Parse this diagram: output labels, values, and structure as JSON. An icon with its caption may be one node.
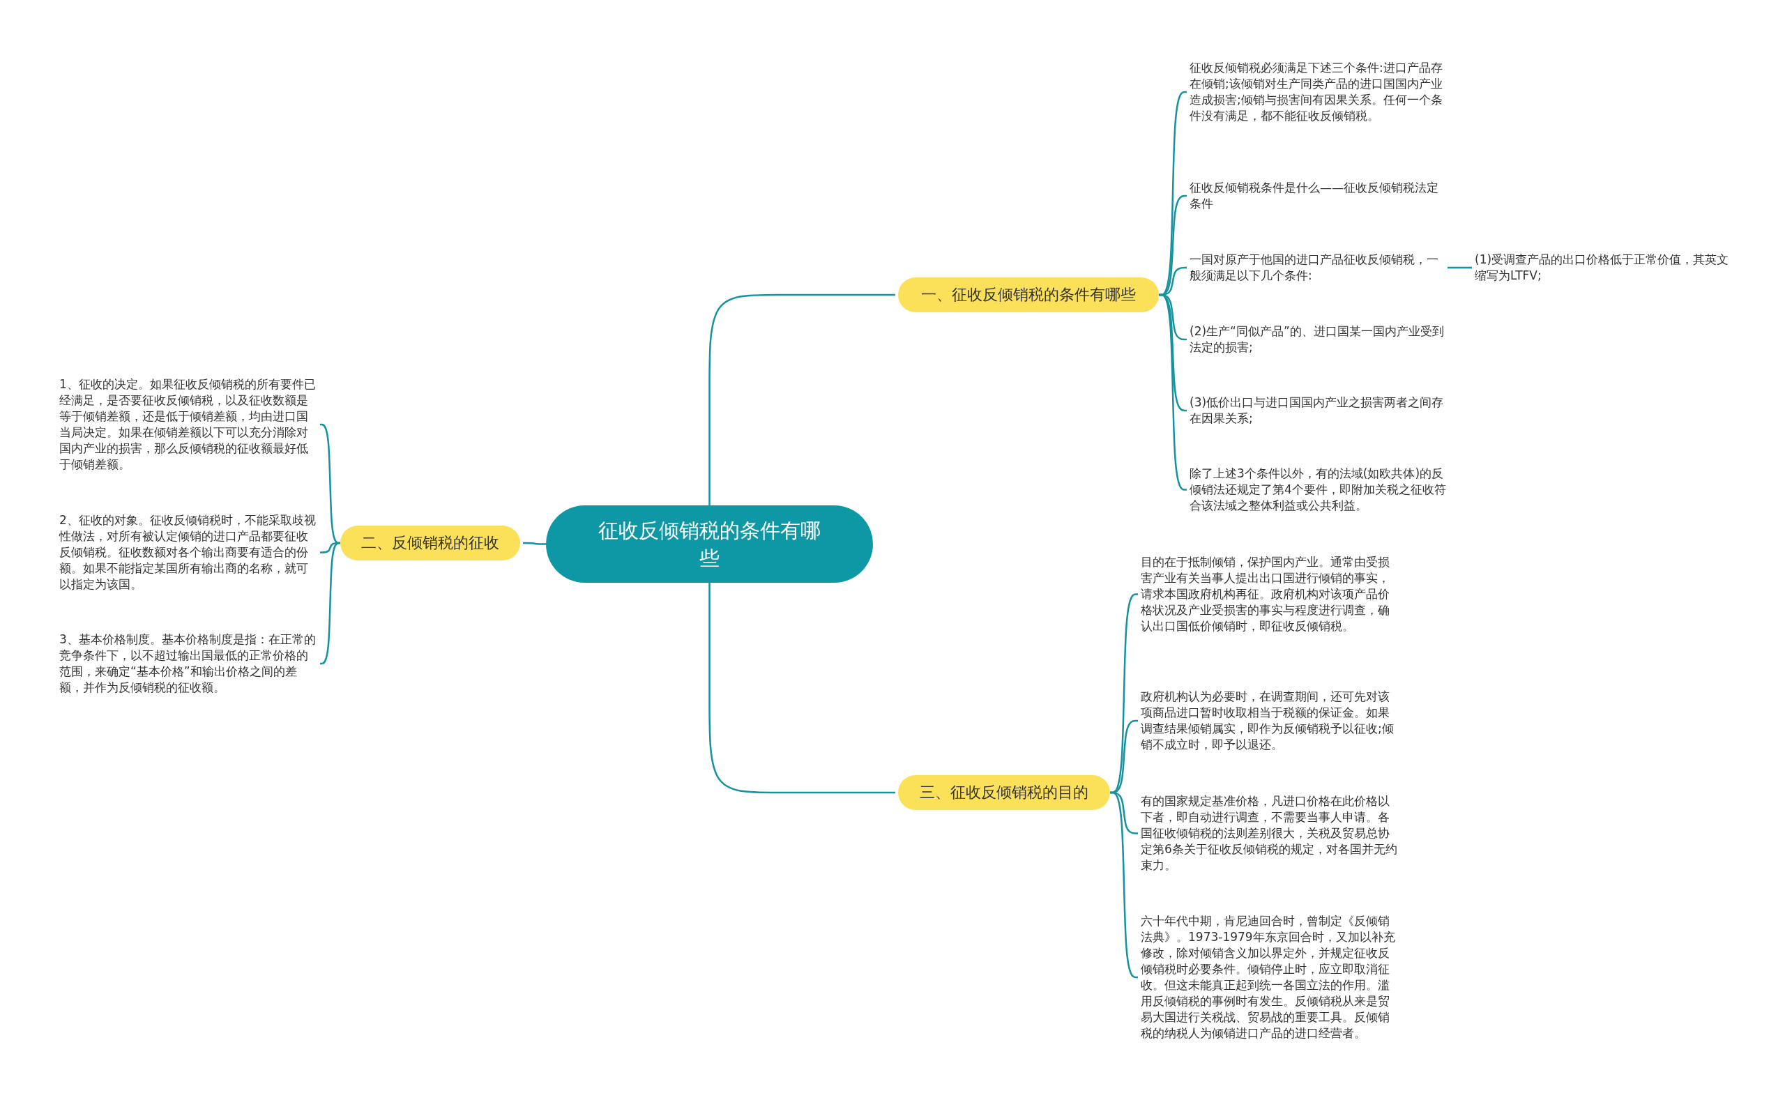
{
  "diagram": {
    "nodes": [
      {
        "text": [
          "征收反倾销税的条件有哪些"
        ]
      },
      {
        "text": [
          "一、征收反倾销税的条件有哪些"
        ]
      },
      {
        "text": [
          "征收反倾销税必须满足下述三个条件:进口产品存在倾销;该倾销对生产同类产品的进口国国内产业造成损害;倾销与损害间有因果关系。任何一个条件没有满足，都不能征收反倾销税。"
        ]
      },
      {
        "text": [
          "征收反倾销税条件是什么——征收反倾销税法定条件"
        ]
      },
      {
        "text": [
          "一国对原产于他国的进口产品征收反倾销税，一般须满足以下几个条件:"
        ]
      },
      {
        "text": [
          "(1)受调查产品的出口价格低于正常价值，其英文缩写为LTFV;"
        ]
      },
      {
        "text": [
          "(2)生产“同似产品”的、进口国某一国内产业受到法定的损害;"
        ]
      },
      {
        "text": [
          "(3)低价出口与进口国国内产业之损害两者之间存在因果关系;"
        ]
      },
      {
        "text": [
          "除了上述3个条件以外，有的法域(如欧共体)的反倾销法还规定了第4个要件，即附加关税之征收符合该法域之整体利益或公共利益。"
        ]
      },
      {
        "text": [
          "二、反倾销税的征收"
        ]
      },
      {
        "text": [
          "1、征收的决定。如果征收反倾销税的所有要件已经满足，是否要征收反倾销税，以及征收数额是等于倾销差额，还是低于倾销差额，均由进口国当局决定。如果在倾销差额以下可以充分消除对国内产业的损害，那么反倾销税的征收额最好低于倾销差额。"
        ]
      },
      {
        "text": [
          "2、征收的对象。征收反倾销税时，不能采取歧视性做法，对所有被认定倾销的进口产品都要征收反倾销税。征收数额对各个输出商要有适合的份额。如果不能指定某国所有输出商的名称，就可以指定为该国。"
        ]
      },
      {
        "text": [
          "3、基本价格制度。基本价格制度是指：在正常的竞争条件下，以不超过输出国最低的正常价格的范围，来确定“基本价格”和输出价格之间的差额，并作为反倾销税的征收额。"
        ]
      },
      {
        "text": [
          "三、征收反倾销税的目的"
        ]
      },
      {
        "text": [
          "目的在于抵制倾销，保护国内产业。通常由受损害产业有关当事人提出出口国进行倾销的事实，请求本国政府机构再征。政府机构对该项产品价格状况及产业受损害的事实与程度进行调查，确认出口国低价倾销时，即征收反倾销税。"
        ]
      },
      {
        "text": [
          "政府机构认为必要时，在调查期间，还可先对该项商品进口暂时收取相当于税额的保证金。如果调查结果倾销属实，即作为反倾销税予以征收;倾销不成立时，即予以退还。"
        ]
      },
      {
        "text": [
          "有的国家规定基准价格，凡进口价格在此价格以下者，即自动进行调查，不需要当事人申请。各国征收倾销税的法则差别很大，关税及贸易总协定第6条关于征收反倾销税的规定，对各国并无约束力。"
        ]
      },
      {
        "text": [
          "六十年代中期，肯尼迪回合时，曾制定《反倾销法典》。1973-1979年东京回合时，又加以补充修改，除对倾销含义加以界定外，并规定征收反倾销税时必要条件。倾销停止时，应立即取消征收。但这未能真正起到统一各国立法的作用。滥用反倾销税的事例时有发生。反倾销税从来是贸易大国进行关税战、贸易战的重要工具。反倾销税的纳税人为倾销进口产品的进口经营者。"
        ]
      }
    ],
    "edges": [
      {
        "from": 0,
        "to": 1,
        "arrow": "none"
      },
      {
        "from": 0,
        "to": 9,
        "arrow": "none"
      },
      {
        "from": 0,
        "to": 13,
        "arrow": "none"
      },
      {
        "from": 1,
        "to": 2,
        "arrow": "none"
      },
      {
        "from": 1,
        "to": 3,
        "arrow": "none"
      },
      {
        "from": 1,
        "to": 4,
        "arrow": "none"
      },
      {
        "from": 1,
        "to": 6,
        "arrow": "none"
      },
      {
        "from": 1,
        "to": 7,
        "arrow": "none"
      },
      {
        "from": 1,
        "to": 8,
        "arrow": "none"
      },
      {
        "from": 4,
        "to": 5,
        "arrow": "none"
      },
      {
        "from": 9,
        "to": 10,
        "arrow": "none"
      },
      {
        "from": 9,
        "to": 11,
        "arrow": "none"
      },
      {
        "from": 9,
        "to": 12,
        "arrow": "none"
      },
      {
        "from": 13,
        "to": 14,
        "arrow": "none"
      },
      {
        "from": 13,
        "to": 15,
        "arrow": "none"
      },
      {
        "from": 13,
        "to": 16,
        "arrow": "none"
      },
      {
        "from": 13,
        "to": 17,
        "arrow": "none"
      }
    ]
  }
}
